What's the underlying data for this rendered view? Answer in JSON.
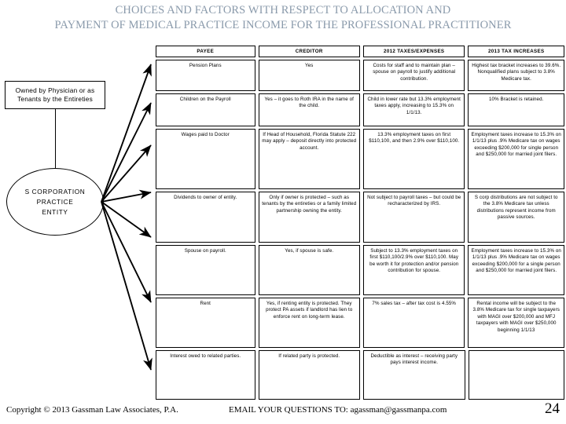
{
  "title": {
    "line1": "CHOICES AND FACTORS WITH RESPECT TO ALLOCATION AND",
    "line2": "PAYMENT OF MEDICAL PRACTICE INCOME FOR THE PROFESSIONAL PRACTITIONER",
    "color": "#8a9aab"
  },
  "diagram": {
    "owner_box": {
      "line1": "Owned by Physician or as",
      "line2": "Tenants by the Entireties"
    },
    "entity": {
      "line1": "S CORPORATION",
      "line2": "PRACTICE",
      "line3": "ENTITY"
    }
  },
  "table": {
    "headers": [
      "PAYEE",
      "CREDITOR",
      "2012 TAXES/EXPENSES",
      "2013 TAX INCREASES"
    ],
    "rows": [
      {
        "payee": "Pension Plans",
        "creditor": "Yes",
        "taxes_2012": "Costs for staff and to maintain plan – spouse on payroll to justify additional contribution.",
        "taxes_2013": "Highest tax bracket increases to 39.6%. Nonqualified plans subject to 3.8% Medicare tax."
      },
      {
        "payee": "Children on the Payroll",
        "creditor": "Yes – it goes to Roth IRA in the name of the child.",
        "taxes_2012": "Child in lower rate but 13.3% employment taxes apply, increasing to 15.3% on 1/1/13.",
        "taxes_2013": "10% Bracket is retained."
      },
      {
        "payee": "Wages paid to Doctor",
        "creditor": "If Head of Household, Florida Statute 222 may apply – deposit directly into protected account.",
        "taxes_2012": "13.3% employment taxes on first $110,100, and then 2.9% over $110,100.",
        "taxes_2013": "Employment taxes increase to 15.3% on 1/1/13 plus .9% Medicare tax on wages exceeding $200,000 for single person and $250,000 for married joint filers."
      },
      {
        "payee": "Dividends to owner of entity.",
        "creditor": "Only if owner is protected – such as tenants by the entireties or a family limited partnership owning the entity.",
        "taxes_2012": "Not subject to payroll taxes – but could be recharacterized by IRS.",
        "taxes_2013": "S corp distributions are not subject to the 3.8% Medicare tax unless distributions represent income from passive sources."
      },
      {
        "payee": "Spouse on payroll.",
        "creditor": "Yes, if spouse is safe.",
        "taxes_2012": "Subject to 13.3% employment taxes on first $110,100/2.9% over $110,100. May be worth it for protection and/or pension contribution for spouse.",
        "taxes_2013": "Employment taxes increase to 15.3% on 1/1/13 plus .9% Medicare tax on wages exceeding $200,000 for a single person and $250,000 for married joint filers."
      },
      {
        "payee": "Rent",
        "creditor": "Yes, if renting entity is protected. They protect PA assets if landlord has lien to enforce rent on long-term lease.",
        "taxes_2012": "7% sales tax – after tax cost is 4.55%",
        "taxes_2013": "Rental income will be subject to the 3.8% Medicare tax for single taxpayers with MAGI over $200,000 and MFJ taxpayers with MAGI over $250,000 beginning 1/1/13"
      },
      {
        "payee": "Interest owed to related parties.",
        "creditor": "If related party is protected.",
        "taxes_2012": "Deductible as interest – receiving party pays interest income.",
        "taxes_2013": ""
      }
    ]
  },
  "footer": {
    "copyright": "Copyright © 2013 Gassman Law Associates, P.A.",
    "email": "EMAIL YOUR QUESTIONS TO: agassman@gassmanpa.com",
    "page_number": "24"
  }
}
